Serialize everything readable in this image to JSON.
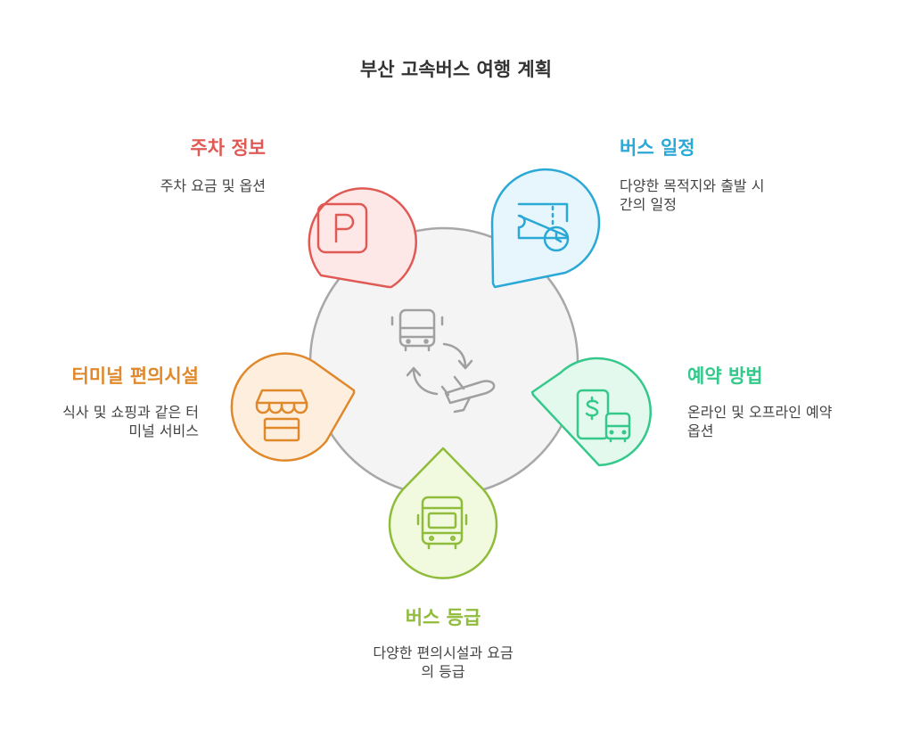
{
  "title": "부산 고속버스 여행 계획",
  "center_icon": "bus-plane-travel-icon",
  "nodes": {
    "parking": {
      "label": "주차 정보",
      "desc": "주차 요금 및 옵션",
      "color": "#e05a55",
      "fill": "#fde8e7",
      "icon": "parking-icon"
    },
    "schedule": {
      "label": "버스 일정",
      "desc_line1": "다양한 목적지와 출발 시",
      "desc_line2": "간의 일정",
      "color": "#2aa8d6",
      "fill": "#e6f6fc",
      "icon": "ticket-clock-icon"
    },
    "booking": {
      "label": "예약 방법",
      "desc_line1": "온라인 및 오프라인 예약",
      "desc_line2": "옵션",
      "color": "#34c98a",
      "fill": "#e4f9ee",
      "icon": "phone-payment-bus-icon"
    },
    "grade": {
      "label": "버스 등급",
      "desc_line1": "다양한 편의시설과 요금",
      "desc_line2": "의 등급",
      "color": "#8fbc3a",
      "fill": "#f1fadf",
      "icon": "bus-icon"
    },
    "terminal": {
      "label": "터미널 편의시설",
      "desc_line1": "식사 및 쇼핑과 같은 터",
      "desc_line2": "미널 서비스",
      "color": "#e0892c",
      "fill": "#fdeedd",
      "icon": "storefront-icon"
    }
  }
}
